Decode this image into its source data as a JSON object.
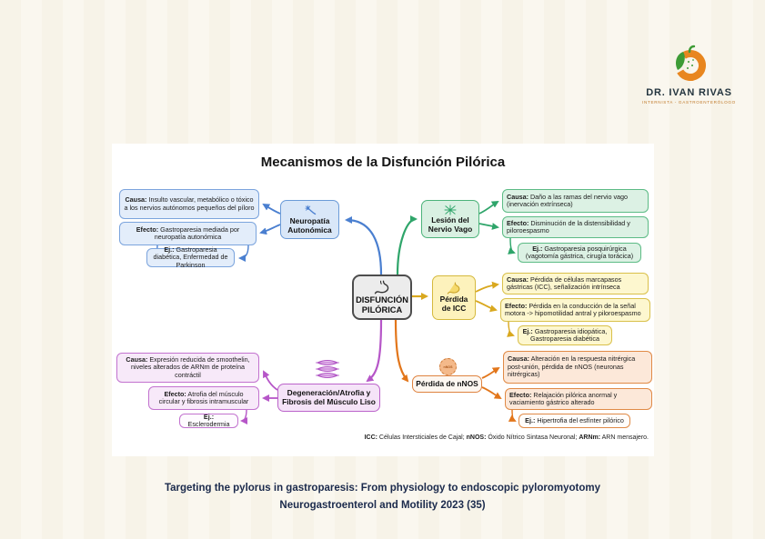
{
  "logo": {
    "name": "DR. IVAN RIVAS",
    "subtitle": "INTERNISTA - GASTROENTERÓLOGO",
    "icon": "stomach-logo-icon",
    "colors": {
      "green": "#3d9b35",
      "orange": "#e8861f",
      "name_text": "#24353f",
      "subtitle_text": "#c07a2a"
    }
  },
  "diagram": {
    "title": "Mecanismos de la Disfunción Pilórica",
    "center": {
      "label": "DISFUNCIÓN PILÓRICA",
      "icon": "stomach-icon"
    },
    "labels": {
      "causa": "Causa:",
      "efecto": "Efecto:",
      "ej": "Ej.:"
    },
    "branches": {
      "neuropatia": {
        "color": "#4a7fd0",
        "node": "Neuropatía Autonómica",
        "icon": "neuron-icon",
        "causa": " Insulto vascular, metabólico o tóxico a los nervios autónomos pequeños del píloro",
        "efecto": " Gastroparesia mediada por neuropatía autonómica",
        "ej": " Gastroparesia diabética, Enfermedad de Parkinson"
      },
      "nervio_vago": {
        "color": "#2fa56a",
        "node": "Lesión del Nervio Vago",
        "icon": "nerve-icon",
        "causa": " Daño a las ramas del nervio vago (inervación extrínseca)",
        "efecto": " Disminución de la distensibilidad y piloroespasmo",
        "ej": " Gastroparesia posquirúrgica (vagotomía gástrica, cirugía torácica)"
      },
      "icc": {
        "color": "#d9a81f",
        "node": "Pérdida de ICC",
        "icon": "stomach-small-icon",
        "causa": " Pérdida de células marcapasos gástricas (ICC), señalización intrínseca",
        "efecto": " Pérdida en la conducción de la señal motora -> hipomotilidad antral y piloroespasmo",
        "ej": " Gastroparesia idiopática, Gastroparesia diabética"
      },
      "nnos": {
        "color": "#e2761b",
        "node": "Pérdida de nNOS",
        "badge": "nNOS",
        "icon": "nnos-badge-icon",
        "causa": " Alteración en la respuesta nitrérgica post-unión, pérdida de nNOS (neuronas nitrérgicas)",
        "efecto": " Relajación pilórica anormal y vaciamiento gástrico alterado",
        "ej": " Hipertrofia del esfínter pilórico"
      },
      "musculo": {
        "color": "#b656c8",
        "node": "Degeneración/Atrofia y Fibrosis del Músculo Liso",
        "icon": "muscle-fibers-icon",
        "causa": " Expresión reducida de smoothelin, niveles alterados de ARNm de proteína contráctil",
        "efecto": " Atrofia del músculo circular y fibrosis intramuscular",
        "ej": " Esclerodermia"
      }
    },
    "footnote": {
      "b1": "ICC:",
      "t1": " Células Intersticiales de Cajal; ",
      "b2": "nNOS:",
      "t2": " Óxido Nítrico Sintasa Neuronal; ",
      "b3": "ARNm:",
      "t3": " ARN mensajero."
    }
  },
  "citation": {
    "line1": "Targeting the pylorus  in gastroparesis: From physiology to endoscopic pyloromyotomy",
    "line2": "Neurogastroenterol and Motility  2023 (35)"
  }
}
